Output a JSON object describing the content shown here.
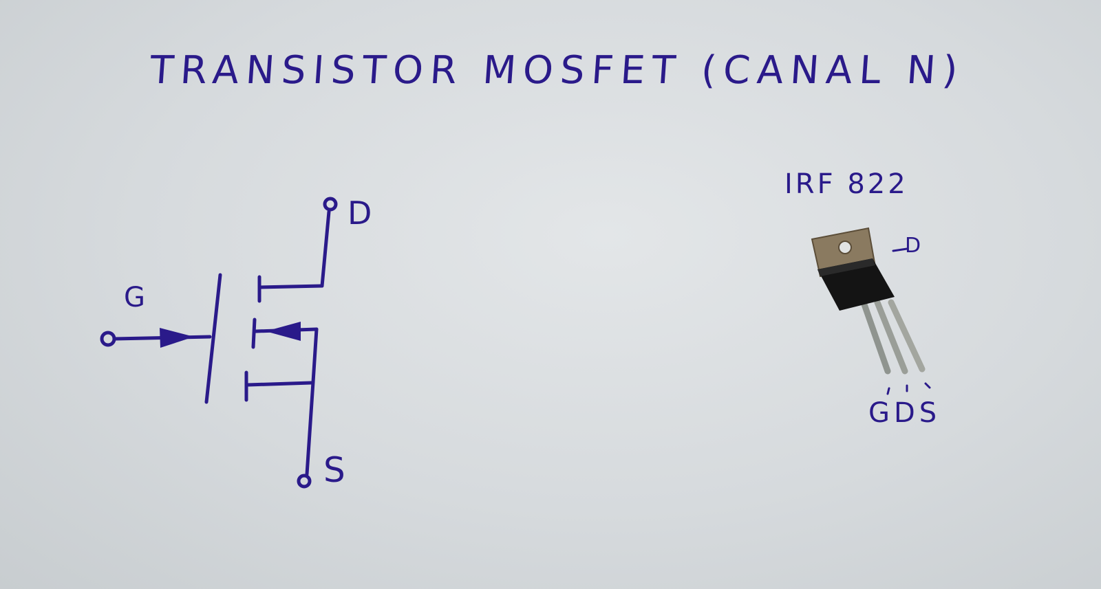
{
  "title": "TRANSISTOR MOSFET (CANAL N)",
  "symbol": {
    "gate_label": "G",
    "drain_label": "D",
    "source_label": "S"
  },
  "component": {
    "part_number": "IRF 822",
    "tab_label": "D",
    "pin_labels": "GDS"
  },
  "colors": {
    "ink": "#2a1a8a",
    "paper": "#dfe2e4"
  }
}
